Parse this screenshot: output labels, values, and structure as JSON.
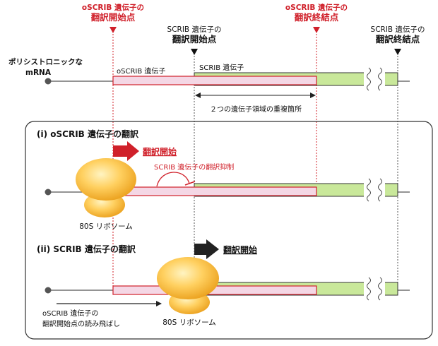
{
  "labels": {
    "oscrib_start_line1": "oSCRIB 遺伝子の",
    "oscrib_start_line2": "翻訳開始点",
    "scrib_start_line1": "SCRIB 遺伝子の",
    "scrib_start_line2": "翻訳開始点",
    "oscrib_stop_line1": "oSCRIB 遺伝子の",
    "oscrib_stop_line2": "翻訳終結点",
    "scrib_stop_line1": "SCRIB 遺伝子の",
    "scrib_stop_line2": "翻訳終結点",
    "polycistronic_line1": "ポリシストロニックな",
    "polycistronic_line2": "mRNA",
    "oscrib_gene": "oSCRIB 遺伝子",
    "scrib_gene": "SCRIB 遺伝子",
    "overlap": "２つの遺伝子領域の重複箇所"
  },
  "panel_i": {
    "title": "(i)  oSCRIB 遺伝子の翻訳",
    "translation_start": "翻訳開始",
    "inhibition": "SCRIB 遺伝子の翻訳抑制",
    "ribosome": "80S リボソーム"
  },
  "panel_ii": {
    "title": "(ii)  SCRIB 遺伝子の翻訳",
    "translation_start": "翻訳開始",
    "skip_line1": "oSCRIB 遺伝子の",
    "skip_line2": "翻訳開始点の読み飛ばし",
    "ribosome": "80S リボソーム"
  },
  "colors": {
    "red": "#d0202a",
    "pink_fill": "#f4d7e5",
    "green_fill": "#c9e89a",
    "ribosome_light": "#ffd36a",
    "ribosome_dark": "#f0a21c",
    "line": "#555555"
  }
}
